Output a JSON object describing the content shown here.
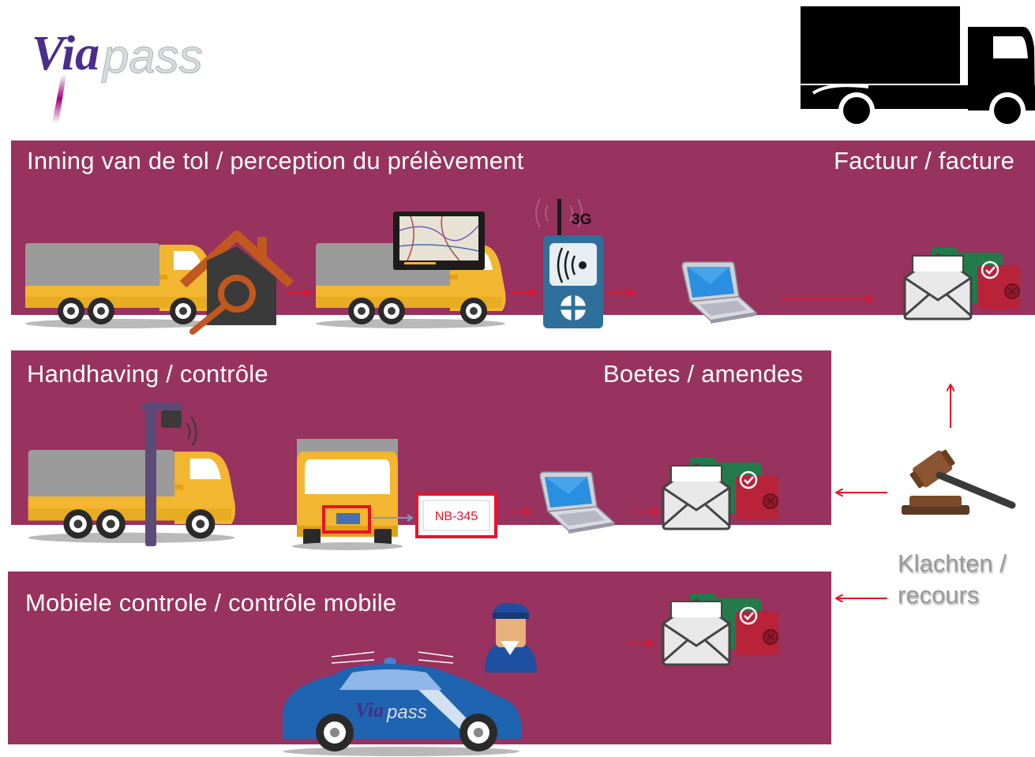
{
  "logo": {
    "text_part1": "Via",
    "text_part2": "pass"
  },
  "bands": {
    "collection": {
      "title": "Inning van de tol / perception du prélèvement",
      "right_label": "Factuur / facture"
    },
    "enforcement": {
      "title": "Handhaving / contrôle",
      "right_label": "Boetes / amendes"
    },
    "mobile": {
      "title": "Mobiele controle / contrôle mobile"
    }
  },
  "obu": {
    "network_label": "3G"
  },
  "plate": {
    "number": "NB-345"
  },
  "complaints": {
    "line1": "Klachten /",
    "line2": "recours"
  },
  "police_car": {
    "brand_part1": "Via",
    "brand_part2": "pass"
  },
  "colors": {
    "band": "#98325f",
    "arrow": "#e8132b",
    "truck_cab": "#f2b630",
    "truck_box": "#9b9b9b",
    "obu": "#2f6f9b",
    "police_car": "#1f64b0",
    "envelope": "#e8e8e8",
    "folder_green": "#237a4a",
    "folder_red": "#b8233a"
  },
  "icons": [
    "truck-icon",
    "toll-gate-icon",
    "gps-map-icon",
    "obu-device-icon",
    "laptop-icon",
    "invoice-envelope-icon",
    "camera-pole-icon",
    "license-plate-camera-icon",
    "judge-gavel-icon",
    "police-officer-icon",
    "police-car-icon",
    "arrow-icon"
  ]
}
